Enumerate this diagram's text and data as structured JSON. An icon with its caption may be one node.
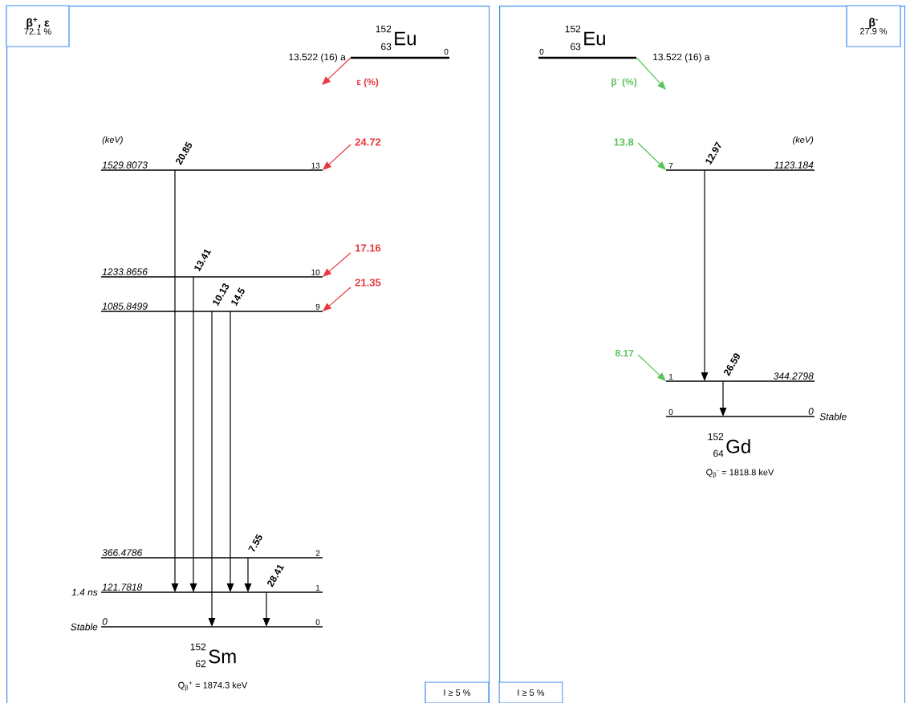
{
  "diagram": {
    "nodes": [
      {
        "text": [],
        "shape": "box"
      },
      {
        "text": [
          "β$^{+}$, ε",
          "72.1 %"
        ],
        "in": 0
      },
      {
        "text": [
          "152",
          "63",
          "Eu",
          "0"
        ],
        "beside": [
          "13.522 (16) a"
        ],
        "in": 0
      },
      {
        "text": [
          "1529.8073",
          "13"
        ],
        "in": 0
      },
      {
        "text": [
          "1233.8656",
          "10"
        ],
        "in": 0
      },
      {
        "text": [
          "1085.8499",
          "9"
        ],
        "in": 0
      },
      {
        "text": [
          "366.4786",
          "2"
        ],
        "in": 0
      },
      {
        "text": [
          "121.7818",
          "1"
        ],
        "beside": [
          "1.4 ns"
        ],
        "in": 0
      },
      {
        "text": [
          "0",
          "0"
        ],
        "beside": [
          "Stable"
        ],
        "in": 0
      },
      {
        "text": [
          "I ≥ 5 %"
        ],
        "in": 0
      },
      {
        "text": [],
        "shape": "box"
      },
      {
        "text": [
          "β$^{-}$",
          "27.9 %"
        ],
        "in": 10
      },
      {
        "text": [
          "0",
          "152",
          "63",
          "Eu"
        ],
        "beside": [
          "13.522 (16) a"
        ],
        "in": 10
      },
      {
        "text": [
          "7",
          "1123.184"
        ],
        "in": 10
      },
      {
        "text": [
          "1",
          "344.2798"
        ],
        "in": 10
      },
      {
        "text": [
          "0",
          "0"
        ],
        "beside": [
          "Stable"
        ],
        "in": 10
      },
      {
        "text": [
          "I ≥ 5 %"
        ],
        "in": 10
      }
    ],
    "edges": [
      {
        "from": 2,
        "to": null,
        "arrow": "to",
        "label": "ε (%)",
        "color": "#e8373d"
      },
      {
        "from": null,
        "to": 3,
        "arrow": "to",
        "label": "24.72",
        "color": "#e8373d"
      },
      {
        "from": null,
        "to": 4,
        "arrow": "to",
        "label": "17.16",
        "color": "#e8373d"
      },
      {
        "from": null,
        "to": 5,
        "arrow": "to",
        "label": "21.35",
        "color": "#e8373d"
      },
      {
        "from": 3,
        "to": 7,
        "arrow": "to",
        "label": "20.85"
      },
      {
        "from": 4,
        "to": 7,
        "arrow": "to",
        "label": "13.41"
      },
      {
        "from": 5,
        "to": 8,
        "arrow": "to",
        "label": "10.13"
      },
      {
        "from": 5,
        "to": 7,
        "arrow": "to",
        "label": "14.5"
      },
      {
        "from": 6,
        "to": 7,
        "arrow": "to",
        "label": "7.55"
      },
      {
        "from": 7,
        "to": 8,
        "arrow": "to",
        "label": "28.41"
      },
      {
        "from": 12,
        "to": null,
        "arrow": "to",
        "label": "β$^{-}$ (%)",
        "color": "#5ac35a"
      },
      {
        "from": null,
        "to": 13,
        "arrow": "to",
        "label": "13.8",
        "color": "#5ac35a"
      },
      {
        "from": null,
        "to": 14,
        "arrow": "to",
        "label": "8.17",
        "color": "#5ac35a"
      },
      {
        "from": 13,
        "to": 14,
        "arrow": "to",
        "label": "12.97"
      },
      {
        "from": 14,
        "to": 15,
        "arrow": "to",
        "label": "26.59"
      }
    ],
    "labels": [
      "(keV)",
      "152",
      "62",
      "Sm",
      "Q$_{β}$$^{+}$ = 1874.3 keV",
      "(keV)",
      "152",
      "64",
      "Gd",
      "Q$_{β}$$^{-}$ = 1818.8 keV"
    ]
  }
}
